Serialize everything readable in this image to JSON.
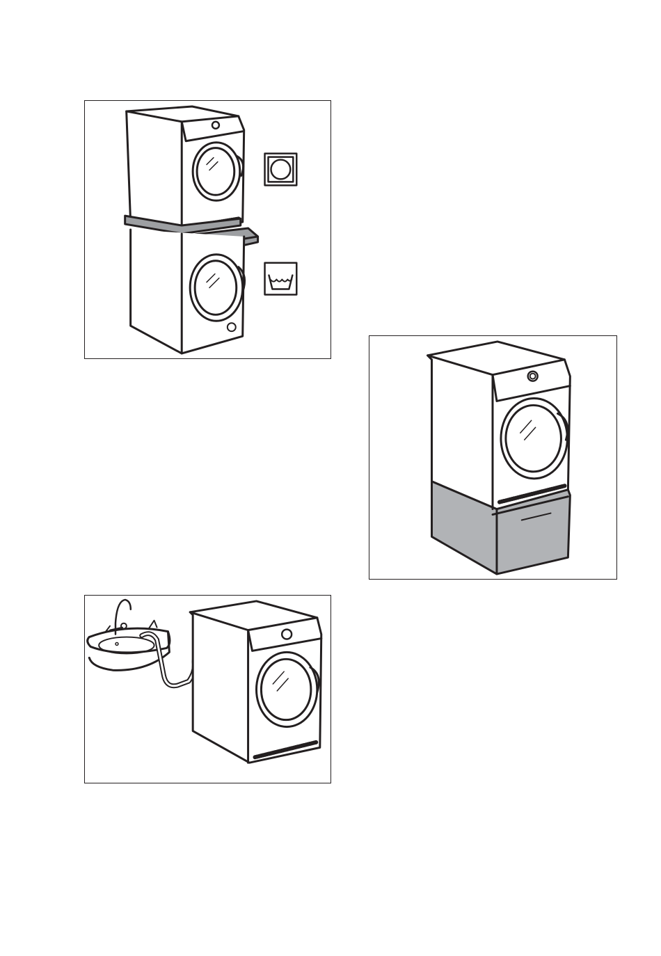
{
  "document": {
    "figures": [
      {
        "id": "stacking-kit",
        "symbols": [
          "tumble-dry-symbol",
          "washing-symbol"
        ]
      },
      {
        "id": "pedestal-installation"
      },
      {
        "id": "sink-drain-connection"
      }
    ]
  },
  "colors": {
    "line": "#231f20",
    "kit_gray": "#9d9fa2",
    "pedestal_gray": "#b1b3b6",
    "background": "#ffffff"
  }
}
